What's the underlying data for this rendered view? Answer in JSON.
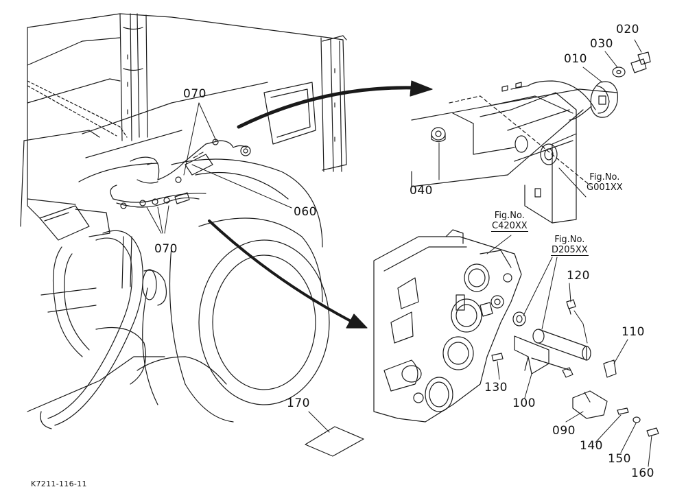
{
  "document_id": "K7211-116-11",
  "part_labels": {
    "p010": "010",
    "p020": "020",
    "p030": "030",
    "p040": "040",
    "p060": "060",
    "p070_top": "070",
    "p070_bottom": "070",
    "p090": "090",
    "p100": "100",
    "p110": "110",
    "p120": "120",
    "p130": "130",
    "p140": "140",
    "p150": "150",
    "p160": "160",
    "p170": "170"
  },
  "figure_refs": {
    "g001": {
      "prefix": "Fig.No.",
      "code": "G001XX"
    },
    "c420": {
      "prefix": "Fig.No.",
      "code": "C420XX"
    },
    "d205": {
      "prefix": "Fig.No.",
      "code": "D205XX"
    }
  }
}
